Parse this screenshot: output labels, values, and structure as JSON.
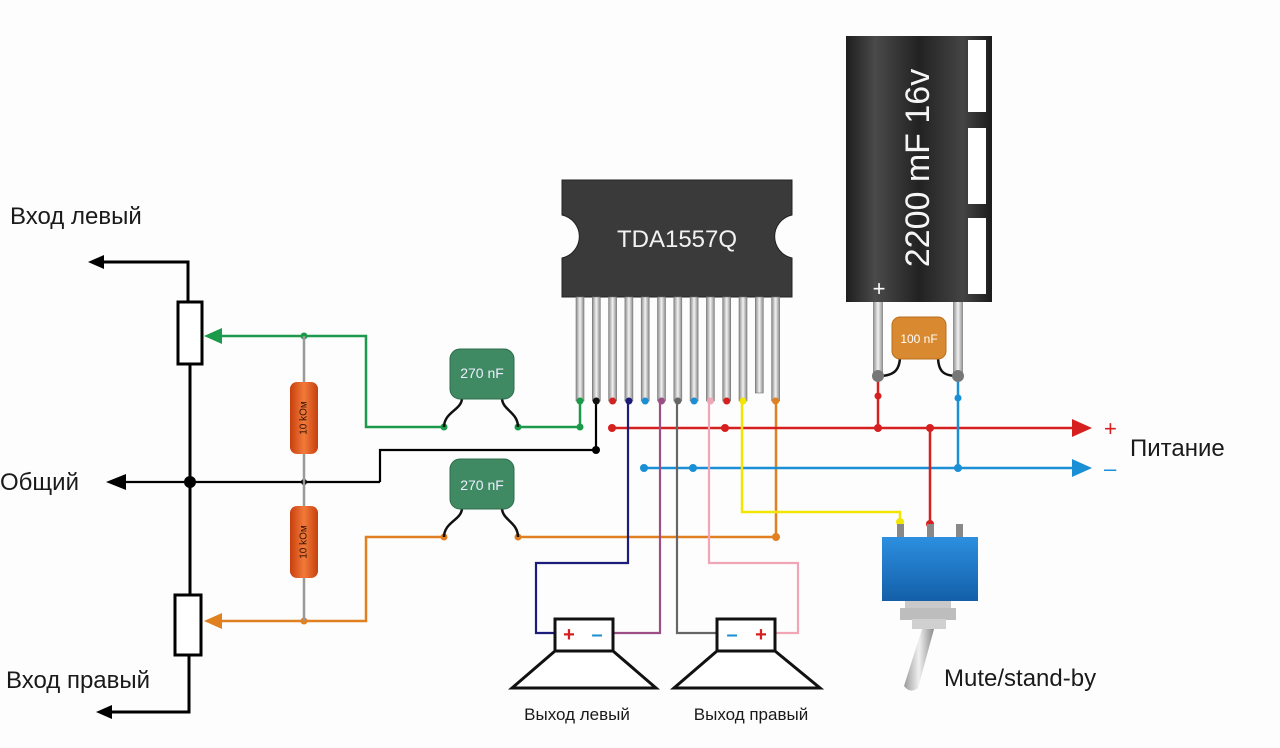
{
  "diagram": {
    "title": "TDA1557Q amplifier wiring",
    "labels": {
      "input_left": "Вход левый",
      "input_right": "Вход правый",
      "common": "Общий",
      "power": "Питание",
      "power_plus": "+",
      "power_minus": "–",
      "output_left": "Выход левый",
      "output_right": "Выход правый",
      "mute": "Mute/stand-by"
    },
    "chip": {
      "name": "TDA1557Q",
      "pin_count": 13
    },
    "capacitor_main": {
      "label": "2200 mF 16v",
      "polarity": "+"
    },
    "capacitor_small": {
      "label": "100 nF"
    },
    "input_caps": [
      {
        "label": "270 nF"
      },
      {
        "label": "270 nF"
      }
    ],
    "resistors": [
      {
        "label": "10 kОм"
      },
      {
        "label": "10 kОм"
      }
    ],
    "speakers": [
      {
        "name": "left",
        "terminals": [
          "+",
          "–"
        ]
      },
      {
        "name": "right",
        "terminals": [
          "–",
          "+"
        ]
      }
    ],
    "colors": {
      "plus": "#d62020",
      "minus": "#1a8fd6",
      "left_signal": "#1a9a4a",
      "right_signal": "#e08020",
      "mute": "#f2e600",
      "chip": "#3a3a3a",
      "switch": "#1f7fcf",
      "cap_green": "#3f8a62",
      "cap_orange": "#d9892f",
      "resistor": "#e8591c"
    }
  }
}
